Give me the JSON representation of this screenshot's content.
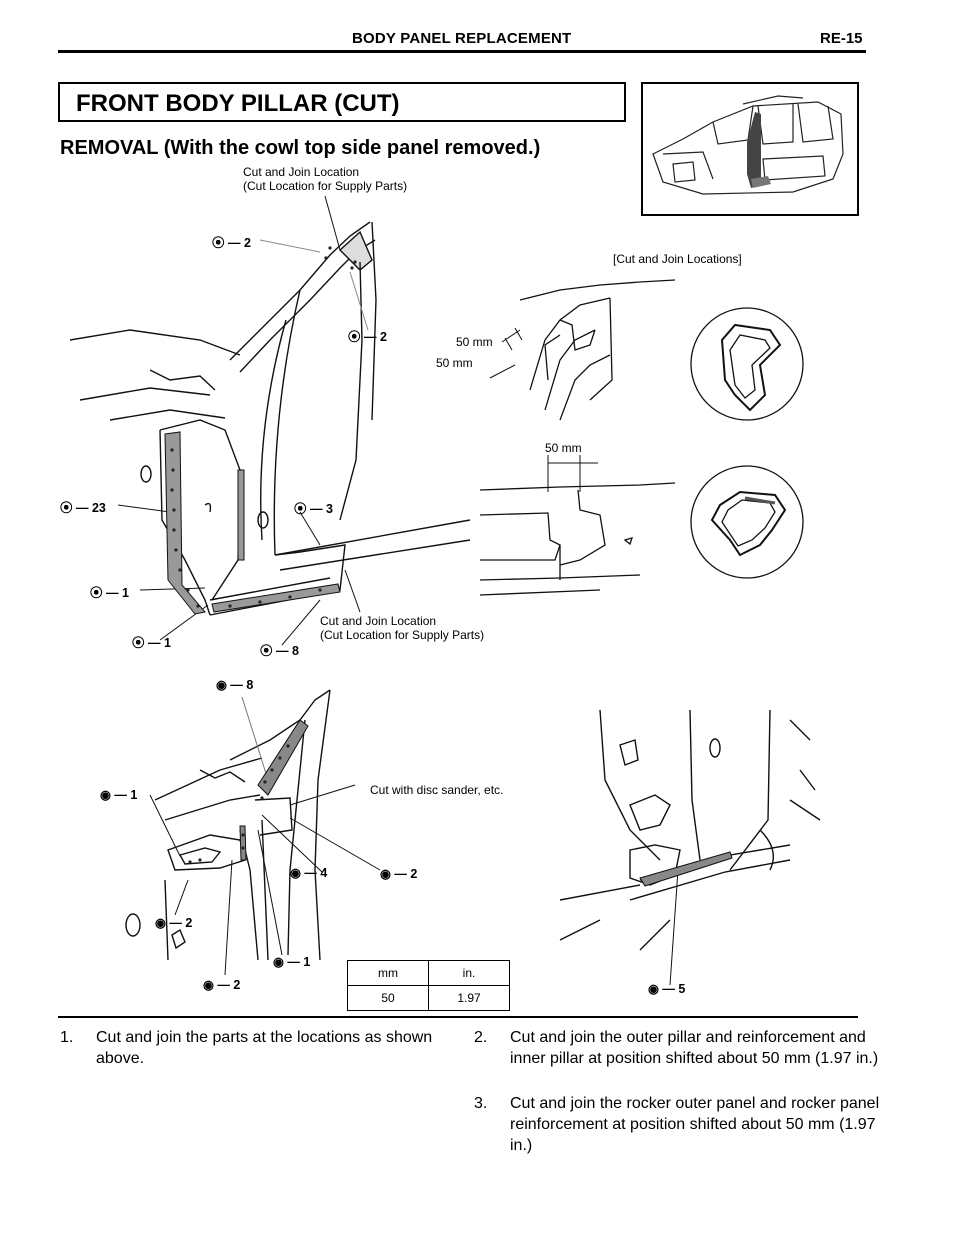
{
  "header": {
    "section_title": "BODY PANEL REPLACEMENT",
    "page_number": "RE-15"
  },
  "title": "FRONT BODY PILLAR (CUT)",
  "subtitle": "REMOVAL (With the cowl top side panel removed.)",
  "upper_diagram": {
    "labels": {
      "cut_join_top_1": "Cut and Join Location",
      "cut_join_top_2": "(Cut Location for Supply Parts)",
      "cut_join_bottom_1": "Cut and Join Location",
      "cut_join_bottom_2": "(Cut Location for Supply Parts)",
      "cut_join_locations": "[Cut and Join Locations]",
      "dim_a": "50 mm",
      "dim_b": "50 mm",
      "dim_c": "50 mm"
    },
    "weld_callouts": [
      "— 2",
      "— 2",
      "— 23",
      "— 3",
      "— 1",
      "— 1",
      "— 8"
    ]
  },
  "lower_diagram": {
    "labels": {
      "cut_disc_sander": "Cut with disc sander, etc."
    },
    "weld_callouts": [
      "— 8",
      "— 1",
      "— 4",
      "— 2",
      "— 2",
      "— 1",
      "— 2",
      "— 5"
    ]
  },
  "spec_table": {
    "headers": [
      "mm",
      "in."
    ],
    "values": [
      "50",
      "1.97"
    ]
  },
  "steps": [
    {
      "num": "1.",
      "text": "Cut and join the parts at the locations as shown above."
    },
    {
      "num": "2.",
      "text": "Cut and join the outer pillar and reinforcement and inner pillar at position shifted about 50 mm (1.97 in.)"
    },
    {
      "num": "3.",
      "text": "Cut and join the rocker outer panel and rocker panel reinforcement at position shifted about 50 mm (1.97 in.)"
    }
  ]
}
